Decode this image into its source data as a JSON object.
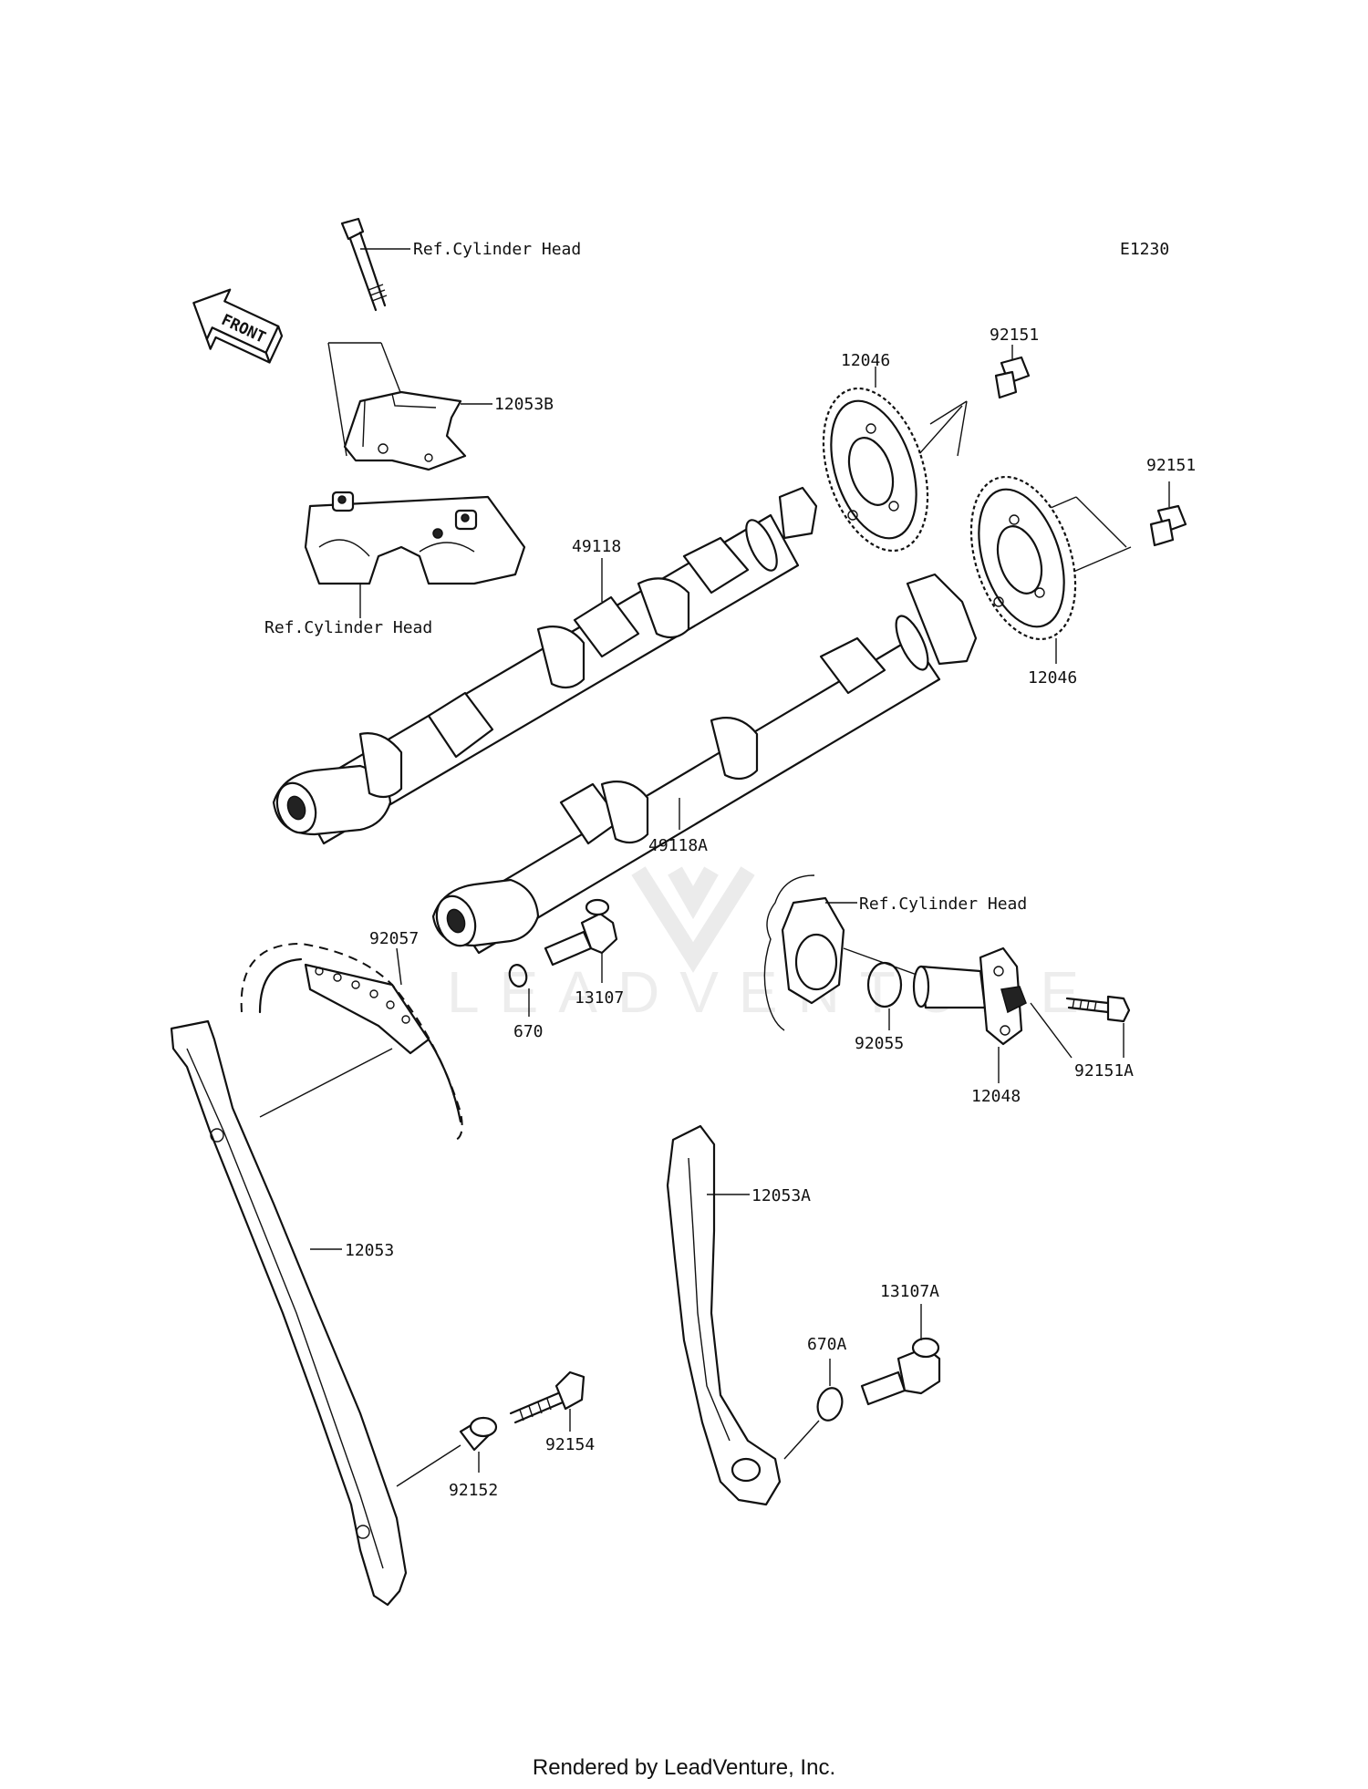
{
  "diagram": {
    "code": "E1230",
    "front_arrow": "FRONT",
    "refs": {
      "cyl_head_top": "Ref.Cylinder Head",
      "cyl_head_bracket": "Ref.Cylinder Head",
      "cyl_head_tensioner": "Ref.Cylinder Head"
    },
    "labels": {
      "p12053B": "12053B",
      "p92151_a": "92151",
      "p12046_a": "12046",
      "p92151_b": "92151",
      "p49118": "49118",
      "p12046_b": "12046",
      "p49118A": "49118A",
      "p92057": "92057",
      "p13107": "13107",
      "p670": "670",
      "p92055": "92055",
      "p12048": "12048",
      "p92151A": "92151A",
      "p12053A": "12053A",
      "p12053": "12053",
      "p13107A": "13107A",
      "p670A": "670A",
      "p92154": "92154",
      "p92152": "92152"
    },
    "watermark": "LEADVENTURE"
  },
  "footer": {
    "text": "Rendered by LeadVenture, Inc."
  }
}
